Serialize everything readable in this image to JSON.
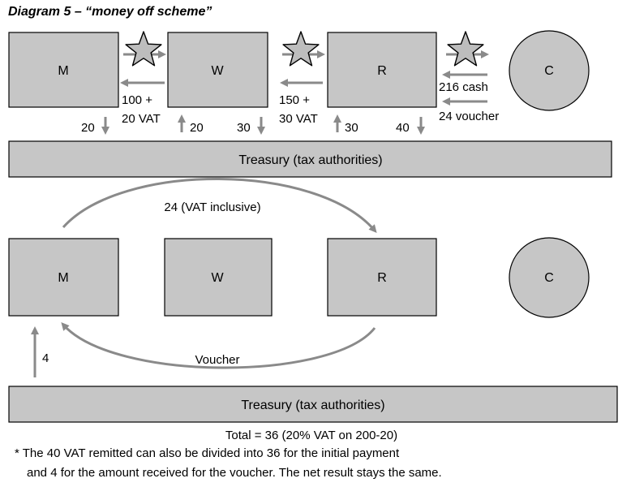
{
  "title": "Diagram 5 – “money off scheme”",
  "nodes": {
    "m": "M",
    "w": "W",
    "r": "R",
    "c": "C"
  },
  "treasury": "Treasury (tax authorities)",
  "top_flows": {
    "w_to_m_line1": "100 +",
    "w_to_m_line2": "20 VAT",
    "r_to_w_line1": "150 +",
    "r_to_w_line2": "30 VAT",
    "c_to_r_cash": "216 cash",
    "c_to_r_voucher": "24 voucher"
  },
  "vat_flows": {
    "m_to_treasury": "20",
    "treasury_to_w": "20",
    "w_to_treasury": "30",
    "treasury_to_r": "30",
    "r_to_treasury": "40"
  },
  "bottom_flows": {
    "m_to_r": "24 (VAT inclusive)",
    "r_to_m": "Voucher",
    "treasury_to_m": "4"
  },
  "total": "Total = 36 (20% VAT on 200-20)",
  "footnote": {
    "line1": "* The 40 VAT remitted can also be divided into 36 for the initial payment",
    "line2": "and 4 for the amount received for the voucher. The net result stays the same."
  },
  "colors": {
    "box_fill": "#c6c6c6",
    "arrow": "#8a8a8a",
    "outline": "#000000"
  }
}
